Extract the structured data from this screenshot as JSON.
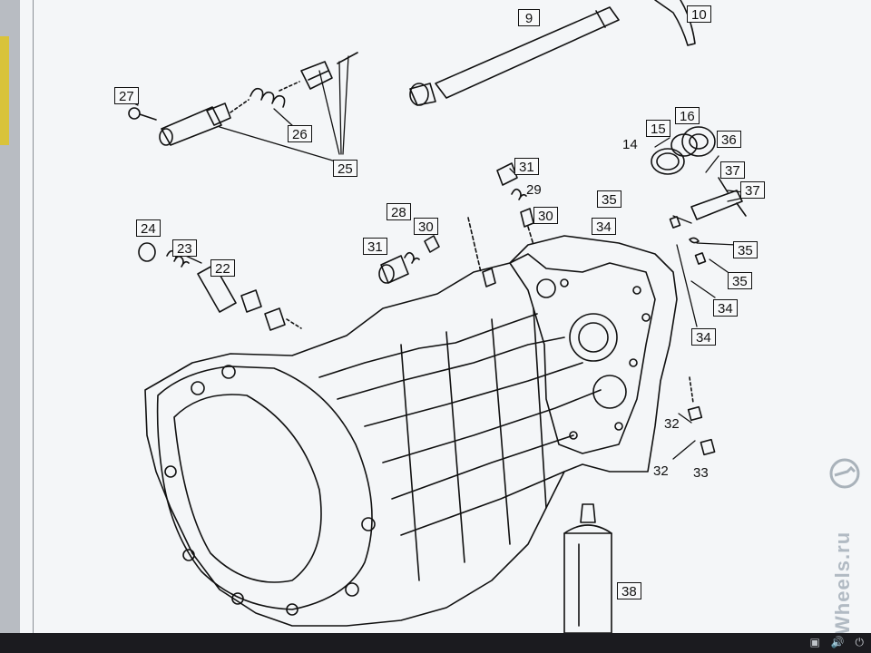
{
  "parts": {
    "p9": "9",
    "p10": "10",
    "p14": "14",
    "p15": "15",
    "p16": "16",
    "p22": "22",
    "p23": "23",
    "p24": "24",
    "p25": "25",
    "p26": "26",
    "p27": "27",
    "p28": "28",
    "p29": "29",
    "p30a": "30",
    "p30b": "30",
    "p31a": "31",
    "p31b": "31",
    "p32a": "32",
    "p32b": "32",
    "p33": "33",
    "p34a": "34",
    "p34b": "34",
    "p34c": "34",
    "p35a": "35",
    "p35b": "35",
    "p35c": "35",
    "p36": "36",
    "p37a": "37",
    "p37b": "37",
    "p38": "38"
  },
  "watermark": "Wheels.ru",
  "logo_icon": "opel-logo-icon",
  "tray": [
    "▣",
    "🔊",
    "⏻"
  ],
  "colors": {
    "line": "#111111",
    "screen": "#f4f6f8",
    "taskbar": "#1b1b1f"
  }
}
